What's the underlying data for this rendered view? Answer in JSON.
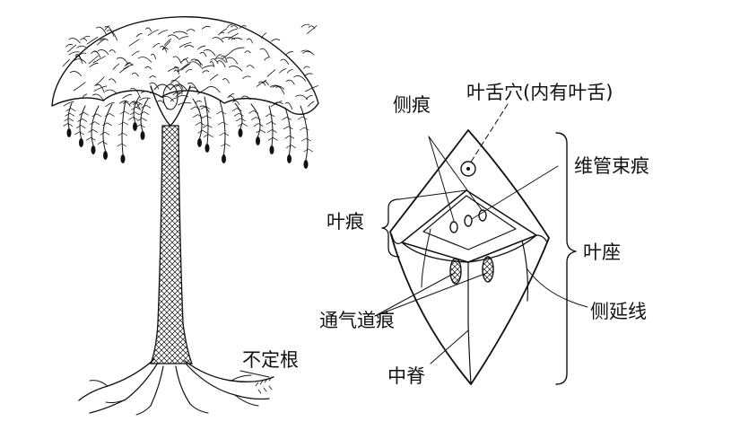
{
  "labels": {
    "adventitious_root": "不定根",
    "lateral_trace": "侧痕",
    "ligule_pit": "叶舌穴(内有叶舌)",
    "vascular_bundle_trace": "维管束痕",
    "leaf_scar": "叶痕",
    "leaf_cushion": "叶座",
    "lateral_line": "侧延线",
    "parichnos": "通气道痕",
    "midrib": "中脊"
  },
  "colors": {
    "ink": "#111111",
    "background": "#ffffff"
  }
}
